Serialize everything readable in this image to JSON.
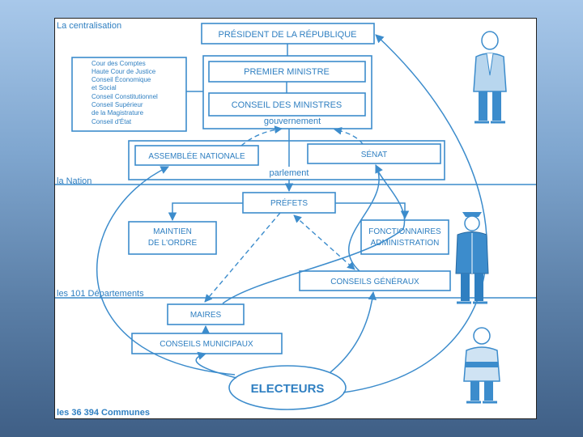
{
  "zones": {
    "centralisation": "La centralisation",
    "nation": "la Nation",
    "departements": "les 101 Départements",
    "communes": "les 36 394 Communes"
  },
  "boxes": {
    "president": "PRÉSIDENT DE LA RÉPUBLIQUE",
    "premier_ministre": "PREMIER MINISTRE",
    "conseil_ministres": "CONSEIL DES MINISTRES",
    "gouvernement": "gouvernement",
    "assemblee": "ASSEMBLÉE NATIONALE",
    "senat": "SÉNAT",
    "parlement": "parlement",
    "prefets": "PRÉFETS",
    "maintien_1": "MAINTIEN",
    "maintien_2": "DE L'ORDRE",
    "fonctionnaires_1": "FONCTIONNAIRES",
    "fonctionnaires_2": "ADMINISTRATION",
    "conseils_generaux": "CONSEILS GÉNÉRAUX",
    "maires": "MAIRES",
    "conseils_municipaux": "CONSEILS MUNICIPAUX",
    "electeurs": "ELECTEURS"
  },
  "institutions": [
    "Cour des Comptes",
    "Haute Cour de Justice",
    "Conseil Économique",
    "et Social",
    "Conseil Constitutionnel",
    "Conseil Supérieur",
    "de la Magistrature",
    "Conseil d'État"
  ],
  "colors": {
    "ink": "#3c8ccc",
    "text": "#2f7fc1",
    "background_top": "#a8c8ea",
    "background_bottom": "#3f5f86"
  }
}
